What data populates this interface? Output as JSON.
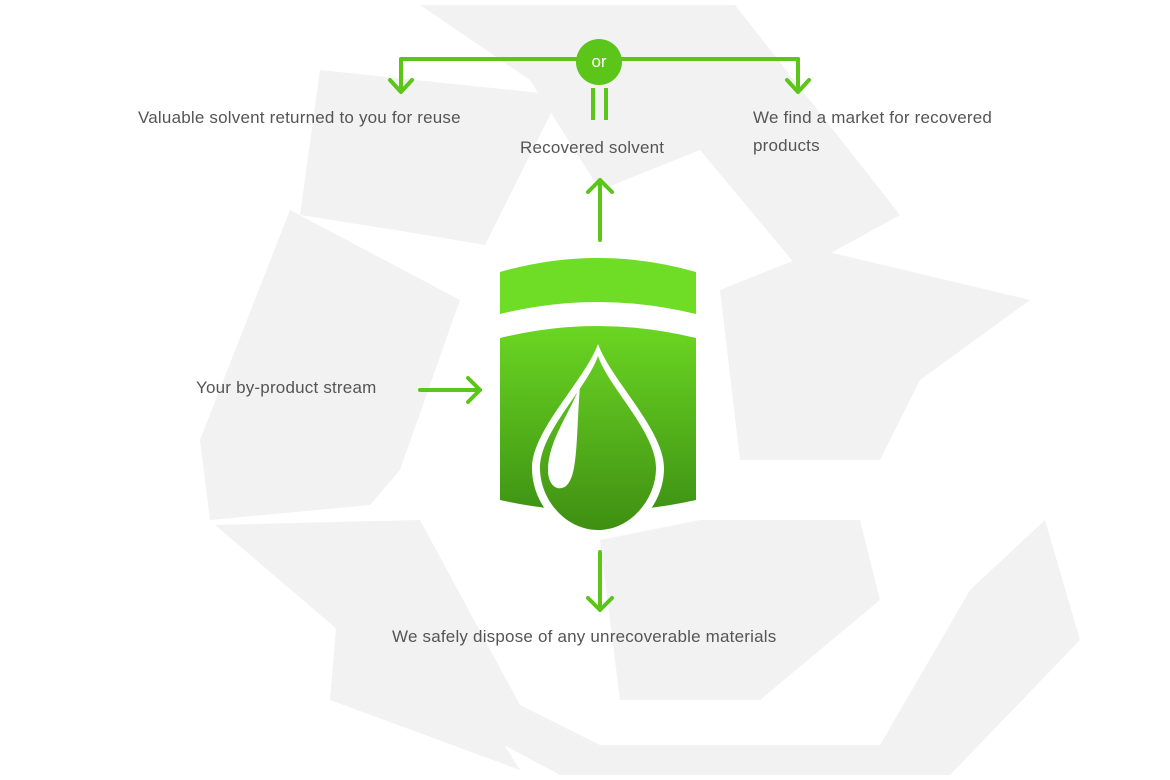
{
  "diagram": {
    "connector_label": "or",
    "labels": {
      "reuse": "Valuable solvent returned to you for reuse",
      "recovered": "Recovered solvent",
      "market": "We find a market for recovered products",
      "stream": "Your by-product stream",
      "dispose": "We safely dispose of any unrecoverable materials"
    }
  },
  "colors": {
    "accent": "#5cc51a",
    "accent_light": "#6fdc26",
    "accent_dark": "#3f8f12",
    "background_symbol": "#f2f2f2",
    "text": "#555555"
  },
  "icons": {
    "background": "recycle-symbol",
    "center": "solvent-drum-drop-icon"
  }
}
